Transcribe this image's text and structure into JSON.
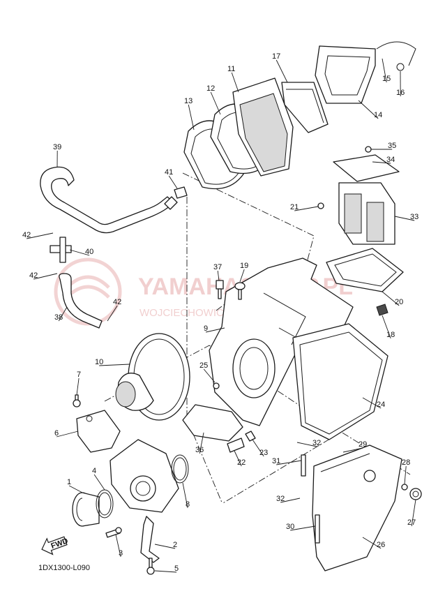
{
  "diagram_code": "1DX1300-L090",
  "fwd_label": "FWD",
  "watermark": {
    "line1": "YAMAHASKLEP.PL",
    "line2": "WOJCIECHOWICZ | DEALER YAMAHA"
  },
  "colors": {
    "line": "#1a1a1a",
    "watermark": "#e6a8a8"
  },
  "callouts": [
    {
      "id": "1",
      "label": "1"
    },
    {
      "id": "2",
      "label": "2"
    },
    {
      "id": "3",
      "label": "3"
    },
    {
      "id": "4",
      "label": "4"
    },
    {
      "id": "5",
      "label": "5"
    },
    {
      "id": "6",
      "label": "6"
    },
    {
      "id": "7",
      "label": "7"
    },
    {
      "id": "8",
      "label": "8"
    },
    {
      "id": "9",
      "label": "9"
    },
    {
      "id": "10",
      "label": "10"
    },
    {
      "id": "11",
      "label": "11"
    },
    {
      "id": "12",
      "label": "12"
    },
    {
      "id": "13",
      "label": "13"
    },
    {
      "id": "14",
      "label": "14"
    },
    {
      "id": "15",
      "label": "15"
    },
    {
      "id": "16",
      "label": "16"
    },
    {
      "id": "17",
      "label": "17"
    },
    {
      "id": "18",
      "label": "18"
    },
    {
      "id": "19",
      "label": "19"
    },
    {
      "id": "20",
      "label": "20"
    },
    {
      "id": "21",
      "label": "21"
    },
    {
      "id": "22",
      "label": "22"
    },
    {
      "id": "23",
      "label": "23"
    },
    {
      "id": "24",
      "label": "24"
    },
    {
      "id": "25",
      "label": "25"
    },
    {
      "id": "26",
      "label": "26"
    },
    {
      "id": "27",
      "label": "27"
    },
    {
      "id": "28",
      "label": "28"
    },
    {
      "id": "29",
      "label": "29"
    },
    {
      "id": "30",
      "label": "30"
    },
    {
      "id": "31",
      "label": "31"
    },
    {
      "id": "32a",
      "label": "32"
    },
    {
      "id": "32b",
      "label": "32"
    },
    {
      "id": "33",
      "label": "33"
    },
    {
      "id": "34",
      "label": "34"
    },
    {
      "id": "35",
      "label": "35"
    },
    {
      "id": "36",
      "label": "36"
    },
    {
      "id": "37",
      "label": "37"
    },
    {
      "id": "38",
      "label": "38"
    },
    {
      "id": "39",
      "label": "39"
    },
    {
      "id": "40",
      "label": "40"
    },
    {
      "id": "41",
      "label": "41"
    },
    {
      "id": "42a",
      "label": "42"
    },
    {
      "id": "42b",
      "label": "42"
    },
    {
      "id": "42c",
      "label": "42"
    }
  ]
}
